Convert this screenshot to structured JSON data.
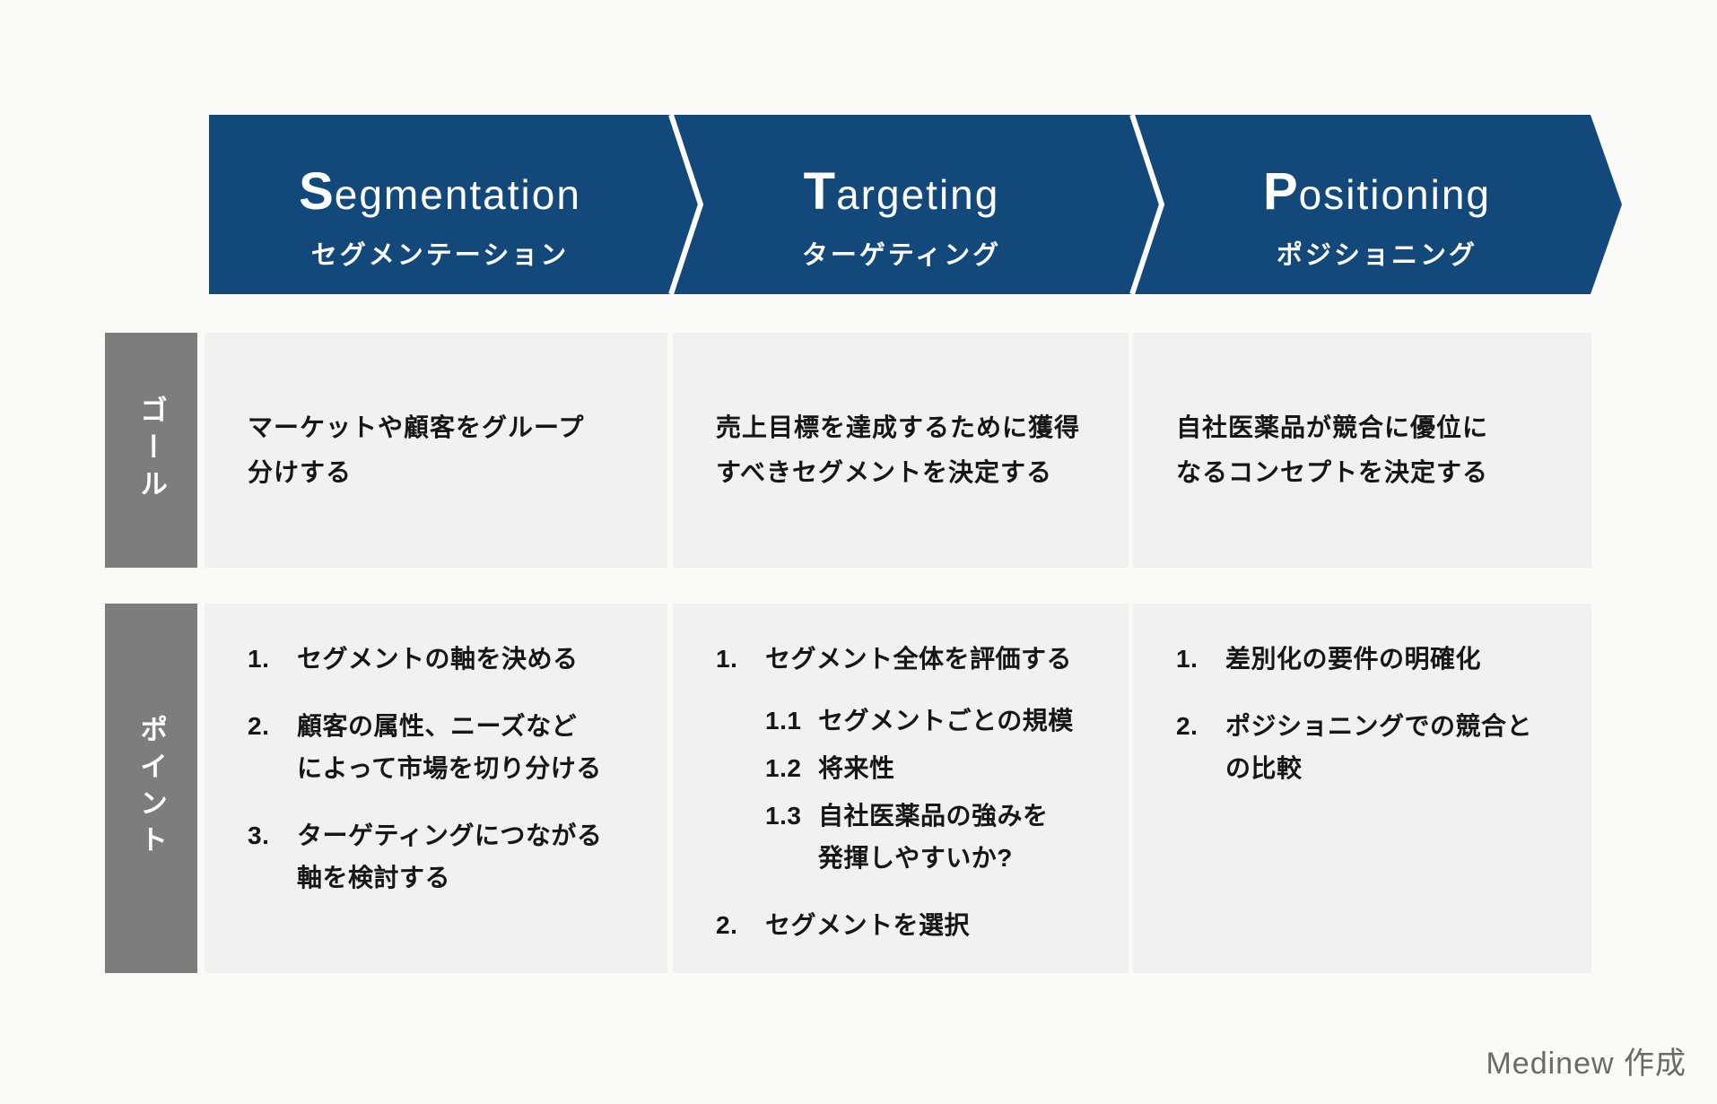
{
  "colors": {
    "page_bg": "#fafaf9",
    "band_blue": "#12497a",
    "label_gray": "#7d7d7d",
    "cell_bg": "#f1f1f1",
    "text_dark": "#161616",
    "white": "#ffffff",
    "footer_gray": "#6a6a6a"
  },
  "header": {
    "steps": [
      {
        "en_initial": "S",
        "en_rest": "egmentation",
        "jp": "セグメンテーション"
      },
      {
        "en_initial": "T",
        "en_rest": "argeting",
        "jp": "ターゲティング"
      },
      {
        "en_initial": "P",
        "en_rest": "ositioning",
        "jp": "ポジショニング"
      }
    ]
  },
  "rows": {
    "goal": {
      "label": "ゴール",
      "cells": [
        {
          "lines": [
            "マーケットや顧客をグループ",
            "分けする"
          ]
        },
        {
          "lines": [
            "売上目標を達成するために獲得",
            "すべきセグメントを決定する"
          ]
        },
        {
          "lines": [
            "自社医薬品が競合に優位に",
            "なるコンセプトを決定する"
          ]
        }
      ]
    },
    "point": {
      "label": "ポイント",
      "cells": [
        {
          "items": [
            {
              "num": "1.",
              "lines": [
                "セグメントの軸を決める"
              ]
            },
            {
              "num": "2.",
              "lines": [
                "顧客の属性、ニーズなど",
                "によって市場を切り分ける"
              ]
            },
            {
              "num": "3.",
              "lines": [
                "ターゲティングにつながる",
                "軸を検討する"
              ]
            }
          ]
        },
        {
          "items": [
            {
              "num": "1.",
              "lines": [
                "セグメント全体を評価する"
              ],
              "subs": [
                {
                  "num": "1.1",
                  "lines": [
                    "セグメントごとの規模"
                  ]
                },
                {
                  "num": "1.2",
                  "lines": [
                    "将来性"
                  ]
                },
                {
                  "num": "1.3",
                  "lines": [
                    "自社医薬品の強みを",
                    "発揮しやすいか?"
                  ]
                }
              ]
            },
            {
              "num": "2.",
              "lines": [
                "セグメントを選択"
              ]
            }
          ]
        },
        {
          "items": [
            {
              "num": "1.",
              "lines": [
                "差別化の要件の明確化"
              ]
            },
            {
              "num": "2.",
              "lines": [
                "ポジショニングでの競合と",
                "の比較"
              ]
            }
          ]
        }
      ]
    }
  },
  "page": {
    "footer": "Medinew 作成"
  }
}
